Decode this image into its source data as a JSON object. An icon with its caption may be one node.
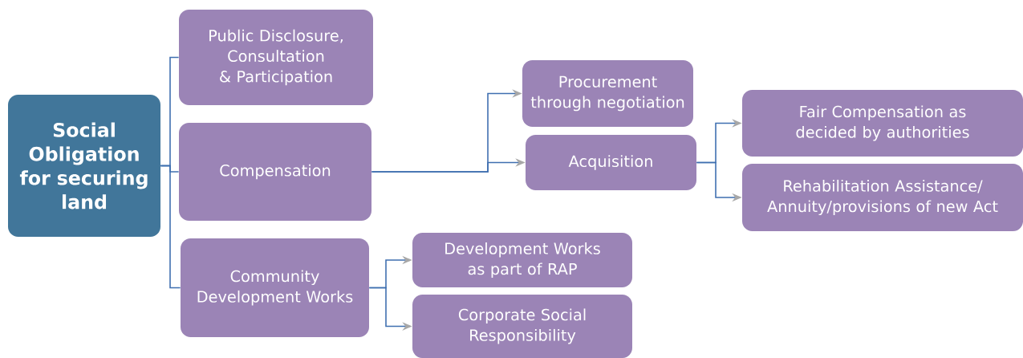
{
  "diagram": {
    "nodes": [
      {
        "text": [
          "Social Obligation for securing land"
        ]
      },
      {
        "text": [
          "Public Disclosure, Consultation & Participation"
        ]
      },
      {
        "text": [
          "Compensation"
        ]
      },
      {
        "text": [
          "Community Development Works"
        ]
      },
      {
        "text": [
          "Procurement through negotiation"
        ]
      },
      {
        "text": [
          "Acquisition"
        ]
      },
      {
        "text": [
          "Fair Compensation as decided by authorities"
        ]
      },
      {
        "text": [
          "Rehabilitation Assistance/ Annuity/provisions of new Act"
        ]
      },
      {
        "text": [
          "Development Works as part of RAP"
        ]
      },
      {
        "text": [
          "Corporate Social Responsibility"
        ]
      }
    ],
    "edges": [
      {
        "from": 0,
        "to": 1,
        "arrow": "none"
      },
      {
        "from": 0,
        "to": 2,
        "arrow": "none"
      },
      {
        "from": 0,
        "to": 3,
        "arrow": "none"
      },
      {
        "from": 2,
        "to": 4,
        "arrow": "to"
      },
      {
        "from": 2,
        "to": 5,
        "arrow": "to"
      },
      {
        "from": 5,
        "to": 6,
        "arrow": "to"
      },
      {
        "from": 5,
        "to": 7,
        "arrow": "to"
      },
      {
        "from": 3,
        "to": 8,
        "arrow": "to"
      },
      {
        "from": 3,
        "to": 9,
        "arrow": "to"
      }
    ]
  }
}
